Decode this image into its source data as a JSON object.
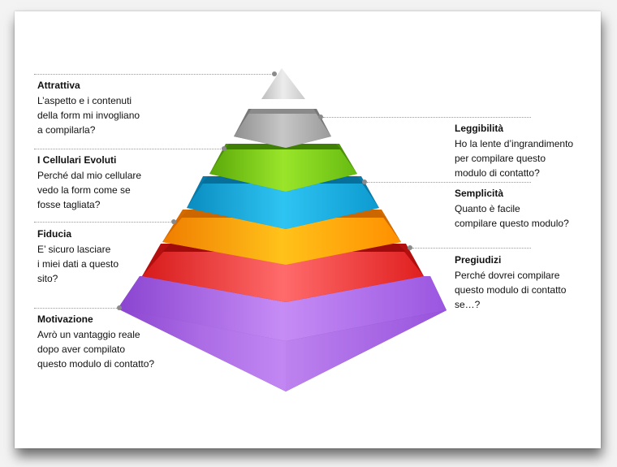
{
  "left_labels": [
    {
      "title": "Attrattiva",
      "desc": "L’aspetto e i contenuti\ndella form mi invogliano\na compilarla?"
    },
    {
      "title": "I Cellulari Evoluti",
      "desc": "Perché dal mio cellulare\nvedo la form come se\nfosse tagliata?"
    },
    {
      "title": "Fiducia",
      "desc": "E’ sicuro lasciare\ni miei dati a questo\nsito?"
    },
    {
      "title": "Motivazione",
      "desc": "Avrò un vantaggio reale\ndopo aver compilato\nquesto modulo di contatto?"
    }
  ],
  "right_labels": [
    {
      "title": "Leggibilità",
      "desc": "Ho la lente d’ingrandimento\nper compilare questo\nmodulo di contatto?"
    },
    {
      "title": "Semplicità",
      "desc": "Quanto è facile\ncompilare questo modulo?"
    },
    {
      "title": "Pregiudizi",
      "desc": "Perché dovrei compilare\nquesto modulo di contatto\nse…?"
    }
  ],
  "pyramid_colors": {
    "top": "#d8d8d8",
    "grey": "#a9a9a9",
    "green": "#77cc11",
    "blue": "#11aadd",
    "orange": "#ff9900",
    "red": "#ee2222",
    "purple": "#9955dd"
  }
}
